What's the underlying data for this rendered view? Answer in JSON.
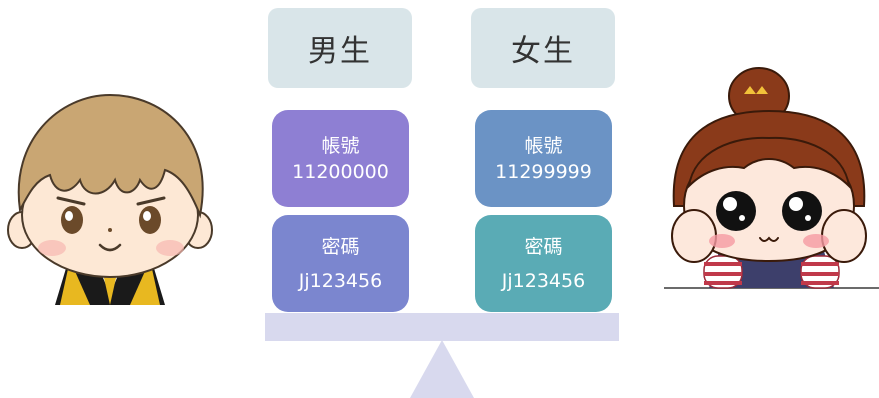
{
  "groups": {
    "male": {
      "title": "男生",
      "account_label": "帳號",
      "account_value": "11200000",
      "password_label": "密碼",
      "password_value": "Jj123456"
    },
    "female": {
      "title": "女生",
      "account_label": "帳號",
      "account_value": "11299999",
      "password_label": "密碼",
      "password_value": "Jj123456"
    }
  },
  "colors": {
    "header_bg": "#d9e5e9",
    "male_account_bg": "#8e7fd3",
    "male_password_bg": "#7b86cf",
    "female_account_bg": "#6b93c5",
    "female_password_bg": "#5aabb5",
    "balance": "#d8d9ee"
  },
  "icons": {
    "male": "boy-cartoon-icon",
    "female": "girl-cartoon-icon"
  }
}
